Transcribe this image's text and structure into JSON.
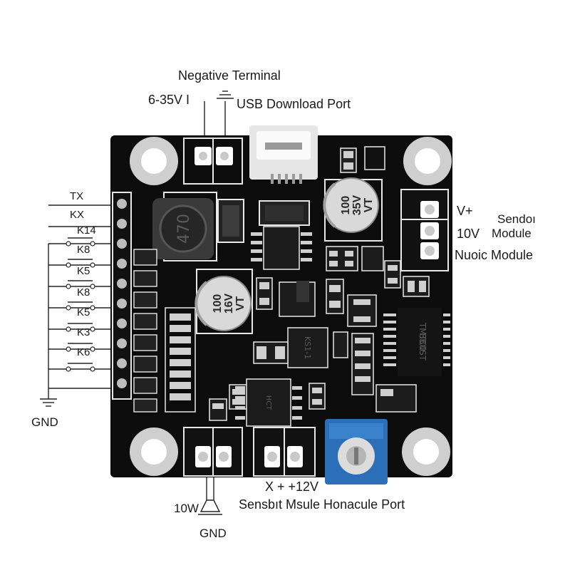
{
  "top_labels": {
    "negative_terminal": "Negative Terminal",
    "voltage": "6-35V I",
    "usb_port": "USB Download Port"
  },
  "left_labels": {
    "tx": "TX",
    "rx": "KX",
    "keys": [
      "K14",
      "K8",
      "K5",
      "K8",
      "K5",
      "K3",
      "K6"
    ],
    "gnd": "GND"
  },
  "right_labels": {
    "vplus": "V+",
    "v10": "10V",
    "sensor_1": "Sendoı",
    "sensor_2": "Module",
    "nuoic": "Nuoic Module"
  },
  "bottom_labels": {
    "power": "X + +12V",
    "port": "Sensbıt Msule Honacule Port",
    "watt": "10W",
    "gnd": "GND"
  },
  "board_markings": {
    "inductor": "470",
    "cap_large": [
      "100",
      "35V",
      "VT"
    ],
    "cap_small": [
      "100",
      "16V",
      "VT"
    ],
    "ic_right": [
      "8B0ST",
      "TMTC0"
    ],
    "ic_mid": "KS1-1",
    "ic_bottom": "HCT"
  },
  "colors": {
    "pcb": "#0c0c0c",
    "silk": "#e8e8e8",
    "pot": "#2c6fb8",
    "cap": "#d9d9d9"
  }
}
